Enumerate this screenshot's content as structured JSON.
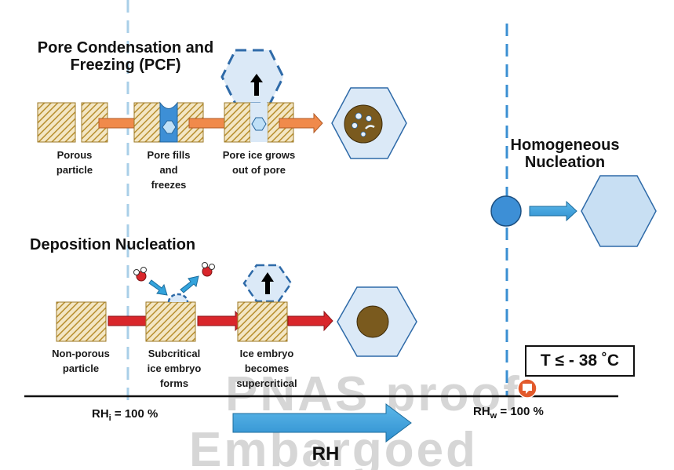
{
  "diagram": {
    "pcf": {
      "title_line1": "Pore Condensation and",
      "title_line2": "Freezing (PCF)",
      "steps": [
        {
          "line1": "Porous",
          "line2": "particle",
          "line3": ""
        },
        {
          "line1": "Pore fills",
          "line2": "and",
          "line3": "freezes"
        },
        {
          "line1": "Pore ice grows",
          "line2": "out of pore",
          "line3": ""
        }
      ]
    },
    "deposition": {
      "title": "Deposition Nucleation",
      "steps": [
        {
          "line1": "Non-porous",
          "line2": "particle",
          "line3": ""
        },
        {
          "line1": "Subcritical",
          "line2": "ice embryo",
          "line3": "forms"
        },
        {
          "line1": "Ice embryo",
          "line2": "becomes",
          "line3": "supercritical"
        }
      ]
    },
    "homogeneous": {
      "title_line1": "Homogeneous",
      "title_line2": "Nucleation"
    },
    "temperature_condition": "T ≤ - 38 ˚C",
    "axis": {
      "label": "RH",
      "rh_ice_base": "RH",
      "rh_ice_sub": "i",
      "rh_ice_value": " = 100 %",
      "rh_water_base": "RH",
      "rh_water_sub": "w",
      "rh_water_value": " = 100 %"
    },
    "watermark": {
      "line1": "PNAS proof",
      "line2": "Embargoed"
    },
    "colors": {
      "orange_arrow": "#f08a4b",
      "red_arrow": "#d9262b",
      "blue_arrow": "#33a3dc",
      "ice_blue": "#dbe9f7",
      "hex_outline": "#2e6aa8",
      "particle_tan": "#c8a24a",
      "dashed_line": "#a8cde6",
      "dashed_line_dark": "#3c8fd1",
      "droplet": "#3d8fd6"
    }
  }
}
